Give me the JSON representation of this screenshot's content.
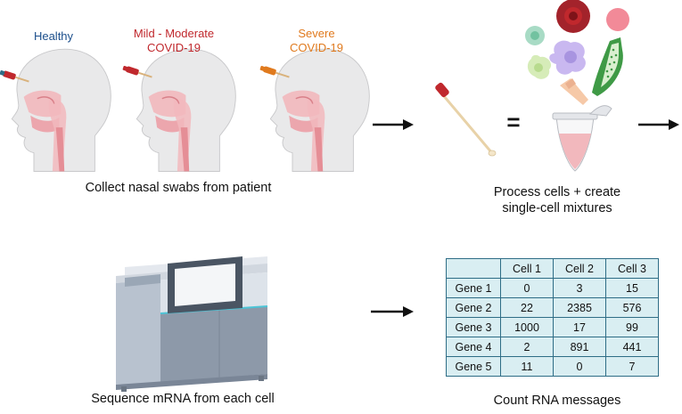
{
  "severity_labels": {
    "healthy": {
      "text": "Healthy",
      "color": "#1c4f8c"
    },
    "mild": {
      "line1": "Mild - Moderate",
      "line2": "COVID-19",
      "color": "#c0282d"
    },
    "severe": {
      "line1": "Severe",
      "line2": "COVID-19",
      "color": "#e07a1e"
    }
  },
  "captions": {
    "collect": "Collect nasal swabs from patient",
    "process_line1": "Process cells + create",
    "process_line2": "single-cell mixtures",
    "sequence": "Sequence mRNA from each cell",
    "count": "Count RNA messages"
  },
  "equals_sign": "=",
  "table": {
    "headers": [
      "",
      "Cell 1",
      "Cell 2",
      "Cell 3"
    ],
    "rows": [
      [
        "Gene 1",
        "0",
        "3",
        "15"
      ],
      [
        "Gene 2",
        "22",
        "2385",
        "576"
      ],
      [
        "Gene 3",
        "1000",
        "17",
        "99"
      ],
      [
        "Gene 4",
        "2",
        "891",
        "441"
      ],
      [
        "Gene 5",
        "11",
        "0",
        "7"
      ]
    ]
  },
  "colors": {
    "head_fill": "#e9e9ea",
    "tissue": "#f2b8bd",
    "table_border": "#2e6d86",
    "table_fill": "#d9eef2"
  },
  "icons": [
    "patient-head-icon",
    "nasal-swab-icon",
    "cell-cluster-icon",
    "microtube-icon",
    "sequencer-icon",
    "arrow-icon"
  ]
}
